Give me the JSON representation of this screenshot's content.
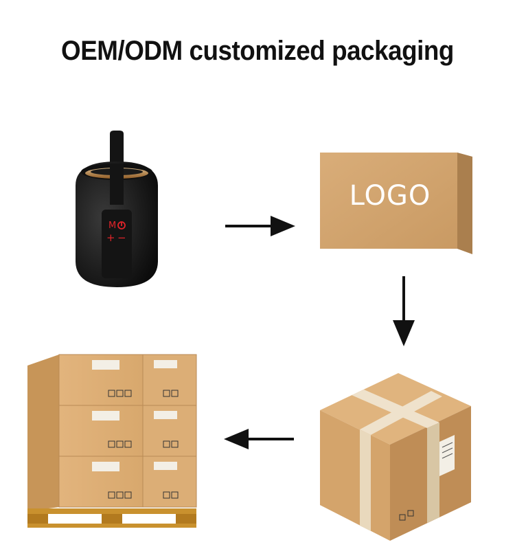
{
  "title": "OEM/ODM customized packaging",
  "box": {
    "logo_text": "LOGO"
  },
  "speaker": {
    "mode_label": "M",
    "plus_label": "+",
    "minus_label": "−"
  },
  "colors": {
    "cardboard": "#d5a874",
    "cardboard_dark": "#b98a55",
    "tape": "#efe2cc",
    "speaker_body": "#1d1d1d",
    "button_red": "#e0242a",
    "arrow": "#111111"
  },
  "icons": [
    "speaker-product",
    "box-with-logo",
    "sealed-shipping-box",
    "palletized-boxes",
    "arrow-right-icon",
    "arrow-down-icon",
    "arrow-left-icon"
  ]
}
